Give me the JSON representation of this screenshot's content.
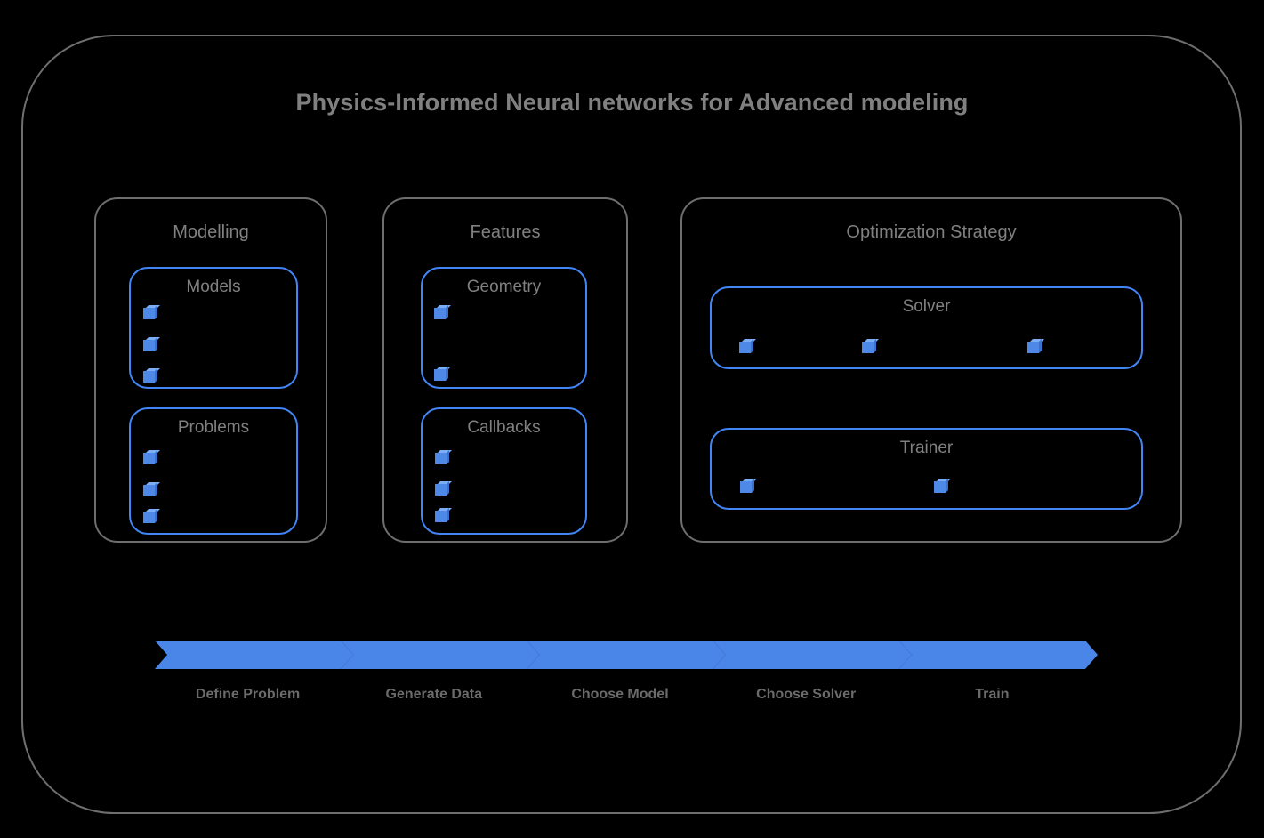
{
  "page": {
    "background_color": "#000000",
    "frame_border_color": "#6e6e6e",
    "accent_color": "#4285f4",
    "text_color": "#808080",
    "title": "Physics-Informed Neural networks for Advanced modeling"
  },
  "groups": [
    {
      "id": "modelling",
      "title": "Modelling",
      "boxes": [
        {
          "id": "models",
          "title": "Models",
          "marker_count": 3
        },
        {
          "id": "problems",
          "title": "Problems",
          "marker_count": 3
        }
      ]
    },
    {
      "id": "features",
      "title": "Features",
      "boxes": [
        {
          "id": "geometry",
          "title": "Geometry",
          "marker_count": 2
        },
        {
          "id": "callbacks",
          "title": "Callbacks",
          "marker_count": 3
        }
      ]
    },
    {
      "id": "optimization",
      "title": "Optimization Strategy",
      "boxes": [
        {
          "id": "solver",
          "title": "Solver",
          "marker_count": 3
        },
        {
          "id": "trainer",
          "title": "Trainer",
          "marker_count": 2
        }
      ]
    }
  ],
  "pipeline": {
    "arrow_color": "#4a86e8",
    "steps": [
      {
        "index": 1,
        "label": "Define Problem"
      },
      {
        "index": 2,
        "label": "Generate Data"
      },
      {
        "index": 3,
        "label": "Choose Model"
      },
      {
        "index": 4,
        "label": "Choose Solver"
      },
      {
        "index": 5,
        "label": "Train"
      }
    ]
  },
  "icons": {
    "marker": "cube-icon"
  }
}
